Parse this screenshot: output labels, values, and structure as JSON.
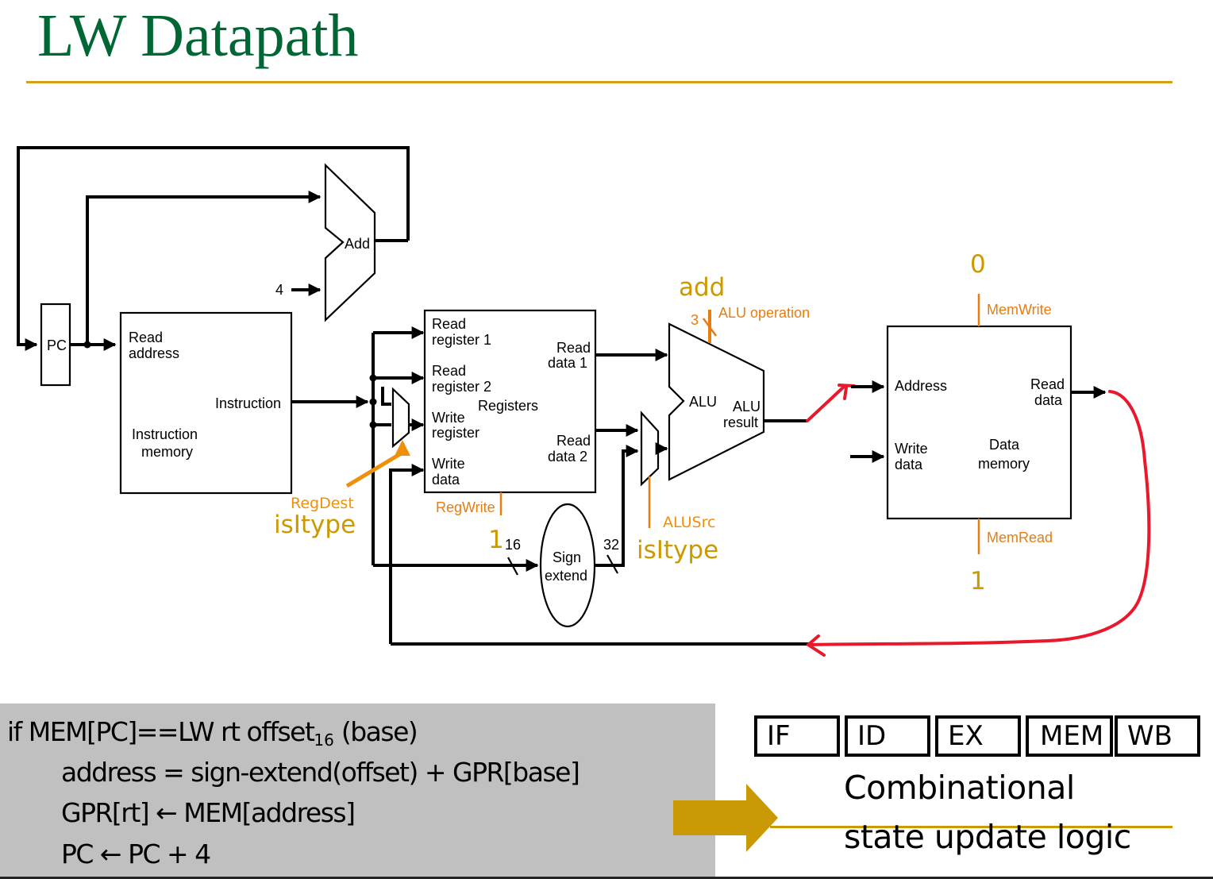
{
  "slide": {
    "title": "LW Datapath",
    "accent_color": "#d4a017",
    "title_color": "#006633"
  },
  "datapath": {
    "pc": {
      "label": "PC"
    },
    "adder": {
      "label": "Add",
      "constant": "4"
    },
    "instruction_memory": {
      "input_label": "Read address",
      "input_line1": "Read",
      "input_line2": "address",
      "output_label": "Instruction",
      "name_line1": "Instruction",
      "name_line2": "memory"
    },
    "registers": {
      "name": "Registers",
      "ports_in": [
        {
          "line1": "Read",
          "line2": "register 1"
        },
        {
          "line1": "Read",
          "line2": "register 2"
        },
        {
          "line1": "Write",
          "line2": "register"
        },
        {
          "line1": "Write",
          "line2": "data"
        }
      ],
      "ports_out": [
        {
          "line1": "Read",
          "line2": "data 1"
        },
        {
          "line1": "Read",
          "line2": "data 2"
        }
      ]
    },
    "sign_extend": {
      "line1": "Sign",
      "line2": "extend",
      "in_width": "16",
      "out_width": "32"
    },
    "alu": {
      "label": "ALU",
      "result_line1": "ALU",
      "result_line2": "result"
    },
    "data_memory": {
      "address": "Address",
      "write_line1": "Write",
      "write_line2": "data",
      "read_line1": "Read",
      "read_line2": "data",
      "name_line1": "Data",
      "name_line2": "memory"
    },
    "controls": {
      "regdest": {
        "label": "RegDest",
        "value": "isItype"
      },
      "regwrite": {
        "label": "RegWrite",
        "value": "1"
      },
      "alusrc": {
        "label": "ALUSrc",
        "value": "isItype"
      },
      "aluop": {
        "label": "ALU operation",
        "width": "3",
        "value": "add"
      },
      "memwrite": {
        "label": "MemWrite",
        "value": "0"
      },
      "memread": {
        "label": "MemRead",
        "value": "1"
      }
    },
    "highlight_color": "#e8192c",
    "control_color": "#e87d0d",
    "value_color": "#cc9900"
  },
  "semantics": {
    "line1_pre": "if MEM[PC]==LW rt offset",
    "line1_sub": "16",
    "line1_post": " (base)",
    "line2": "address = sign-extend(offset) + GPR[base]",
    "line3": "GPR[rt] ← MEM[address]",
    "line4": "PC ← PC + 4"
  },
  "pipeline": {
    "stages": [
      "IF",
      "ID",
      "EX",
      "MEM",
      "WB"
    ],
    "caption_line1": "Combinational",
    "caption_line2": "state update logic"
  }
}
